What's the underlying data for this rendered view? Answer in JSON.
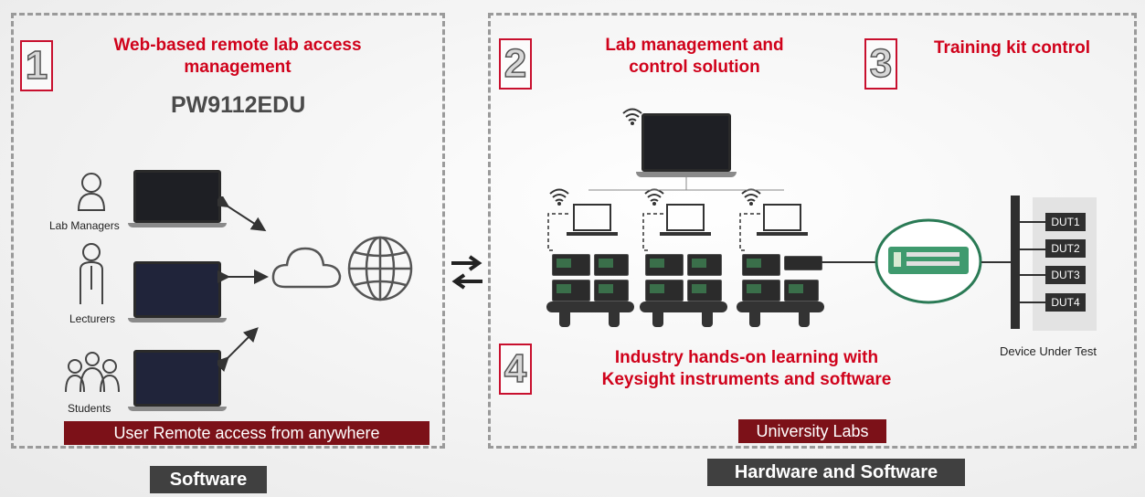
{
  "left_panel": {
    "number": "1",
    "title_line1": "Web-based remote lab access",
    "title_line2": "management",
    "product": "PW9112EDU",
    "roles": [
      "Lab Managers",
      "Lecturers",
      "Students"
    ],
    "banner": "User Remote access from anywhere"
  },
  "right_panel": {
    "number2": "2",
    "title2_line1": "Lab management and",
    "title2_line2": "control solution",
    "number3": "3",
    "title3": "Training kit control",
    "number4": "4",
    "title4_line1": "Industry hands-on learning with",
    "title4_line2": "Keysight instruments and software",
    "banner": "University Labs",
    "duts": [
      "DUT1",
      "DUT2",
      "DUT3",
      "DUT4"
    ],
    "dut_caption": "Device Under Test"
  },
  "bottom": {
    "software": "Software",
    "hardware_software": "Hardware and Software"
  },
  "colors": {
    "accent_red": "#d0021b",
    "banner_red": "#7c1118",
    "label_gray": "#404040",
    "dashed_border": "#9a9a9a"
  }
}
